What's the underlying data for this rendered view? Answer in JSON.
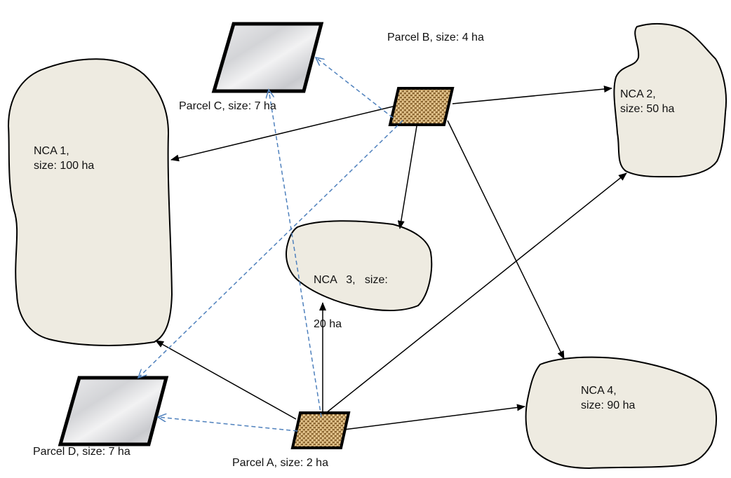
{
  "diagram": {
    "areas": {
      "nca1": {
        "line1": "NCA 1,",
        "line2": "size: 100 ha"
      },
      "nca2": {
        "line1": "NCA 2,",
        "line2": "size: 50 ha"
      },
      "nca3": {
        "line1": "NCA   3,   size:",
        "line2": "20 ha"
      },
      "nca4": {
        "line1": "NCA 4,",
        "line2": "size: 90 ha"
      }
    },
    "parcels": {
      "a": {
        "label": "Parcel A, size: 2 ha",
        "texture": "woven-burlap"
      },
      "b": {
        "label": "Parcel B, size: 4 ha",
        "texture": "woven-burlap"
      },
      "c": {
        "label": "Parcel C, size: 7 ha",
        "texture": "grey-marble"
      },
      "d": {
        "label": "Parcel D, size: 7 ha",
        "texture": "grey-marble"
      }
    },
    "links_solid": [
      {
        "from": "Parcel B",
        "to": "NCA 1"
      },
      {
        "from": "Parcel B",
        "to": "NCA 2"
      },
      {
        "from": "Parcel B",
        "to": "NCA 3"
      },
      {
        "from": "Parcel B",
        "to": "NCA 4"
      },
      {
        "from": "Parcel A",
        "to": "NCA 1"
      },
      {
        "from": "Parcel A",
        "to": "NCA 2"
      },
      {
        "from": "Parcel A",
        "to": "NCA 3"
      },
      {
        "from": "Parcel A",
        "to": "NCA 4"
      }
    ],
    "links_dashed": [
      {
        "from": "Parcel B",
        "to": "Parcel C"
      },
      {
        "from": "Parcel B",
        "to": "Parcel D"
      },
      {
        "from": "Parcel A",
        "to": "Parcel C"
      },
      {
        "from": "Parcel A",
        "to": "Parcel D"
      }
    ],
    "colors": {
      "area_fill": "#EEEBE1",
      "outline": "#000000",
      "solid_arrow": "#000000",
      "dashed_arrow": "#4F81BD",
      "burlap": "#C8A36A",
      "marble": "#E4E4E6"
    }
  }
}
